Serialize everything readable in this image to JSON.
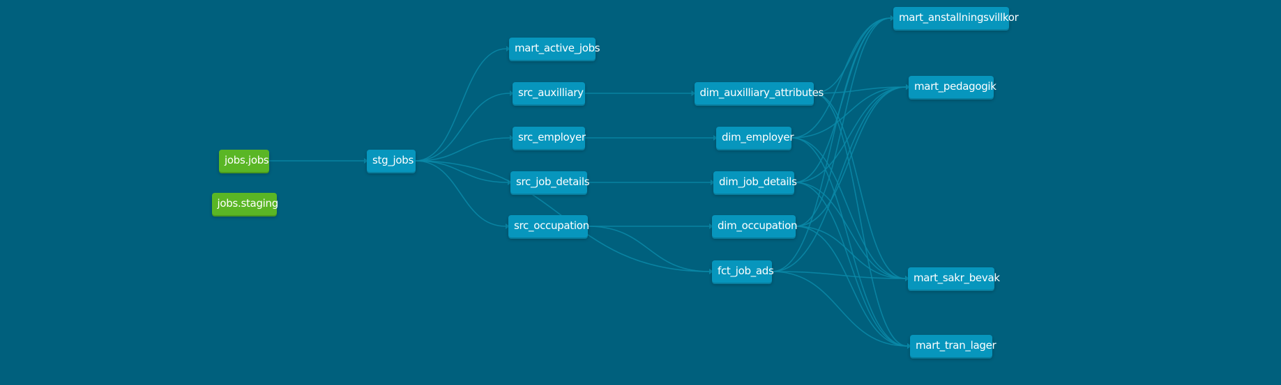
{
  "graph": {
    "background": "#00607d",
    "model_color": "#0796bd",
    "source_color": "#5ab625",
    "nodes": [
      {
        "id": "jobs_jobs",
        "label": "jobs.jobs",
        "kind": "source"
      },
      {
        "id": "jobs_staging",
        "label": "jobs.staging",
        "kind": "source"
      },
      {
        "id": "stg_jobs",
        "label": "stg_jobs",
        "kind": "model"
      },
      {
        "id": "mart_active_jobs",
        "label": "mart_active_jobs",
        "kind": "model"
      },
      {
        "id": "src_auxilliary",
        "label": "src_auxilliary",
        "kind": "model"
      },
      {
        "id": "src_employer",
        "label": "src_employer",
        "kind": "model"
      },
      {
        "id": "src_job_details",
        "label": "src_job_details",
        "kind": "model"
      },
      {
        "id": "src_occupation",
        "label": "src_occupation",
        "kind": "model"
      },
      {
        "id": "dim_auxilliary_attributes",
        "label": "dim_auxilliary_attributes",
        "kind": "model"
      },
      {
        "id": "dim_employer",
        "label": "dim_employer",
        "kind": "model"
      },
      {
        "id": "dim_job_details",
        "label": "dim_job_details",
        "kind": "model"
      },
      {
        "id": "dim_occupation",
        "label": "dim_occupation",
        "kind": "model"
      },
      {
        "id": "fct_job_ads",
        "label": "fct_job_ads",
        "kind": "model"
      },
      {
        "id": "mart_anstallningsvillkor",
        "label": "mart_anstallningsvillkor",
        "kind": "model"
      },
      {
        "id": "mart_pedagogik",
        "label": "mart_pedagogik",
        "kind": "model"
      },
      {
        "id": "mart_sakr_bevak",
        "label": "mart_sakr_bevak",
        "kind": "model"
      },
      {
        "id": "mart_tran_lager",
        "label": "mart_tran_lager",
        "kind": "model"
      }
    ],
    "edges": [
      [
        "jobs_jobs",
        "stg_jobs"
      ],
      [
        "stg_jobs",
        "mart_active_jobs"
      ],
      [
        "stg_jobs",
        "src_auxilliary"
      ],
      [
        "stg_jobs",
        "src_employer"
      ],
      [
        "stg_jobs",
        "src_job_details"
      ],
      [
        "stg_jobs",
        "src_occupation"
      ],
      [
        "stg_jobs",
        "fct_job_ads"
      ],
      [
        "src_auxilliary",
        "dim_auxilliary_attributes"
      ],
      [
        "src_employer",
        "dim_employer"
      ],
      [
        "src_job_details",
        "dim_job_details"
      ],
      [
        "src_occupation",
        "dim_occupation"
      ],
      [
        "src_occupation",
        "fct_job_ads"
      ],
      [
        "dim_auxilliary_attributes",
        "mart_anstallningsvillkor"
      ],
      [
        "dim_auxilliary_attributes",
        "mart_pedagogik"
      ],
      [
        "dim_auxilliary_attributes",
        "mart_sakr_bevak"
      ],
      [
        "dim_auxilliary_attributes",
        "mart_tran_lager"
      ],
      [
        "dim_employer",
        "mart_anstallningsvillkor"
      ],
      [
        "dim_employer",
        "mart_pedagogik"
      ],
      [
        "dim_employer",
        "mart_sakr_bevak"
      ],
      [
        "dim_employer",
        "mart_tran_lager"
      ],
      [
        "dim_job_details",
        "mart_anstallningsvillkor"
      ],
      [
        "dim_job_details",
        "mart_pedagogik"
      ],
      [
        "dim_job_details",
        "mart_sakr_bevak"
      ],
      [
        "dim_job_details",
        "mart_tran_lager"
      ],
      [
        "dim_occupation",
        "mart_anstallningsvillkor"
      ],
      [
        "dim_occupation",
        "mart_pedagogik"
      ],
      [
        "dim_occupation",
        "mart_sakr_bevak"
      ],
      [
        "dim_occupation",
        "mart_tran_lager"
      ],
      [
        "fct_job_ads",
        "mart_anstallningsvillkor"
      ],
      [
        "fct_job_ads",
        "mart_pedagogik"
      ],
      [
        "fct_job_ads",
        "mart_sakr_bevak"
      ],
      [
        "fct_job_ads",
        "mart_tran_lager"
      ]
    ]
  }
}
